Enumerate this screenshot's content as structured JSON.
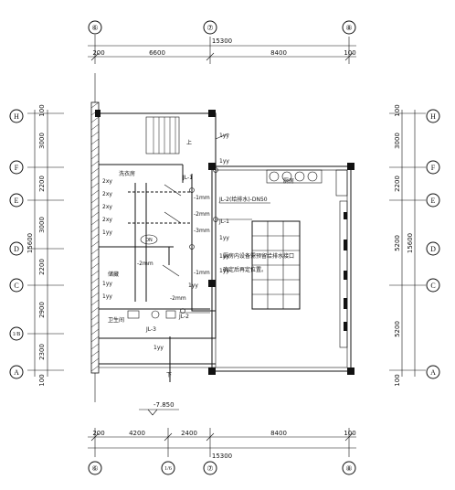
{
  "dims": {
    "top_segments": [
      "6600",
      "8400"
    ],
    "top_total": "15300",
    "top_edge_left": "200",
    "top_edge_right": "100",
    "bottom_segments": [
      "4200",
      "2400",
      "8400"
    ],
    "bottom_total": "15300",
    "bottom_edge_left": "200",
    "bottom_edge_right": "100",
    "left_segments": [
      "3000",
      "2200",
      "3000",
      "2200",
      "2900",
      "2300"
    ],
    "left_total": "15600",
    "left_edge_top": "100",
    "left_edge_bottom": "100",
    "right_segments": [
      "3000",
      "2200",
      "5200",
      "5200"
    ],
    "right_total": "15600",
    "right_edge_top": "100",
    "right_edge_bottom": "100"
  },
  "axes": {
    "vertical_top": [
      "⑥",
      "⑦",
      "⑧"
    ],
    "vertical_bottom": [
      "⑥",
      "1/6",
      "⑦",
      "⑧"
    ],
    "horizontal_left": [
      "H",
      "F",
      "E",
      "D",
      "C",
      "1/B",
      "A"
    ],
    "horizontal_right": [
      "H",
      "F",
      "E",
      "D",
      "C",
      "A"
    ]
  },
  "rooms": {
    "laundry": "洗衣房",
    "storage": "储藏",
    "washroom": "卫生间",
    "kitchen": "厨房",
    "unit_tag": "DN"
  },
  "pipe_labels": {
    "p1": "1yy",
    "p2": "2xy",
    "p3": "2xy",
    "p4": "2xy",
    "p5": "2xy",
    "p6": "-1mm",
    "p7": "-2mm",
    "p8": "-3mm",
    "p9": "-2mm",
    "p10": "-1mm",
    "p11": "-2mm",
    "p12": "1yy",
    "p13": "1yy",
    "p14": "1yy",
    "p15": "1yy",
    "p16": "JL-1",
    "p17": "JL-2",
    "p18": "JL-3",
    "p19": "JL-1",
    "p20": "1yy",
    "p21": "1yy",
    "p22": "1yy",
    "p23": "1yy",
    "p24": "1yy"
  },
  "notes": {
    "pipe_spec": "JL-2(给排水)-DN50",
    "kitchen_note_1": "厨房内设备需预留给排水接口",
    "kitchen_note_2": "确定后再定位置。",
    "elevation": "-7.850",
    "stair": "上",
    "stair_down": "下"
  }
}
